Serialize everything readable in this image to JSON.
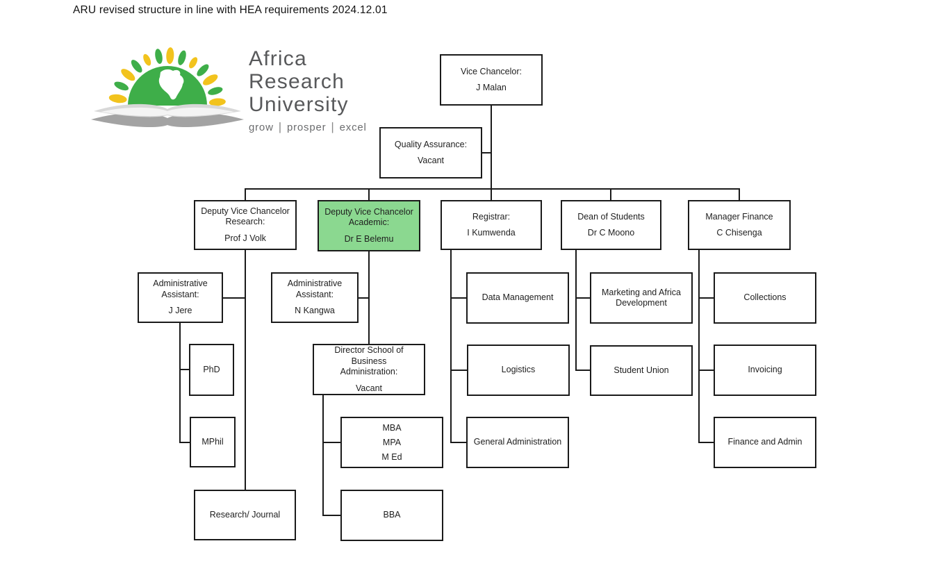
{
  "page_title": "ARU revised structure in line with HEA requirements 2024.12.01",
  "logo": {
    "name_lines": [
      "Africa",
      "Research",
      "University"
    ],
    "tagline": [
      "grow",
      "prosper",
      "excel"
    ],
    "colors": {
      "green": "#3eae49",
      "yellow": "#f2c31d",
      "book_gray": "#a3a3a3",
      "text_gray": "#58595b"
    }
  },
  "org": {
    "highlight_color": "#8bd890",
    "nodes": {
      "vc": {
        "lines": [
          "Vice Chancelor:"
        ],
        "name": "J Malan",
        "parent": null
      },
      "qa": {
        "lines": [
          "Quality Assurance:"
        ],
        "name": "Vacant",
        "parent": "vc"
      },
      "dvc_research": {
        "lines": [
          "Deputy Vice Chancelor",
          "Research:"
        ],
        "name": "Prof J Volk",
        "parent": "vc"
      },
      "dvc_academic": {
        "lines": [
          "Deputy Vice Chancelor",
          "Academic:"
        ],
        "name": "Dr E Belemu",
        "parent": "vc",
        "highlighted": true
      },
      "registrar": {
        "lines": [
          "Registrar:"
        ],
        "name": "I Kumwenda",
        "parent": "vc"
      },
      "dean": {
        "lines": [
          "Dean of Students"
        ],
        "name": "Dr C Moono",
        "parent": "vc"
      },
      "finance": {
        "lines": [
          "Manager Finance"
        ],
        "name": "C Chisenga",
        "parent": "vc"
      },
      "aa_jere": {
        "lines": [
          "Administrative",
          "Assistant:"
        ],
        "name": "J Jere",
        "parent": "dvc_research"
      },
      "aa_kangwa": {
        "lines": [
          "Administrative",
          "Assistant:"
        ],
        "name": "N Kangwa",
        "parent": "dvc_academic"
      },
      "phd": {
        "lines": [
          "PhD"
        ],
        "parent": "aa_jere"
      },
      "mphil": {
        "lines": [
          "MPhil"
        ],
        "parent": "aa_jere"
      },
      "research_journal": {
        "lines": [
          "Research/ Journal"
        ],
        "parent": "dvc_research"
      },
      "director_sba": {
        "lines": [
          "Director School of Business",
          "Administration:"
        ],
        "name": "Vacant",
        "parent": "dvc_academic"
      },
      "mba": {
        "lines": [
          "MBA",
          "MPA",
          "M Ed"
        ],
        "parent": "director_sba"
      },
      "bba": {
        "lines": [
          "BBA"
        ],
        "parent": "director_sba"
      },
      "data_mgmt": {
        "lines": [
          "Data Management"
        ],
        "parent": "registrar"
      },
      "logistics": {
        "lines": [
          "Logistics"
        ],
        "parent": "registrar"
      },
      "gen_admin": {
        "lines": [
          "General Administration"
        ],
        "parent": "registrar"
      },
      "marketing": {
        "lines": [
          "Marketing and Africa",
          "Development"
        ],
        "parent": "dean"
      },
      "student_union": {
        "lines": [
          "Student Union"
        ],
        "parent": "dean"
      },
      "collections": {
        "lines": [
          "Collections"
        ],
        "parent": "finance"
      },
      "invoicing": {
        "lines": [
          "Invoicing"
        ],
        "parent": "finance"
      },
      "fin_admin": {
        "lines": [
          "Finance and Admin"
        ],
        "parent": "finance"
      }
    }
  }
}
